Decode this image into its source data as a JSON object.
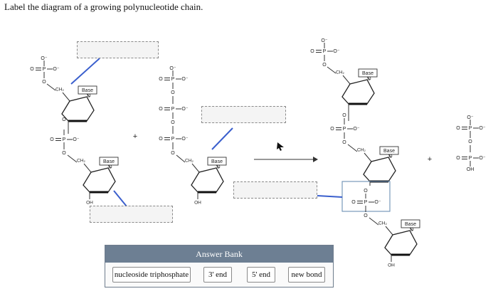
{
  "question": "Label the diagram of a growing polynucleotide chain.",
  "atoms": {
    "o": "O",
    "p": "P",
    "o_minus": "O⁻",
    "ch2": "CH₂",
    "oh": "OH",
    "base": "Base",
    "plus": "+"
  },
  "answer_bank": {
    "title": "Answer Bank",
    "items": [
      "nucleoside triphosphate",
      "3' end",
      "5' end",
      "new bond"
    ]
  },
  "colors": {
    "pointer_line": "#3a5fcd",
    "bank_header": "#6d7f93"
  }
}
